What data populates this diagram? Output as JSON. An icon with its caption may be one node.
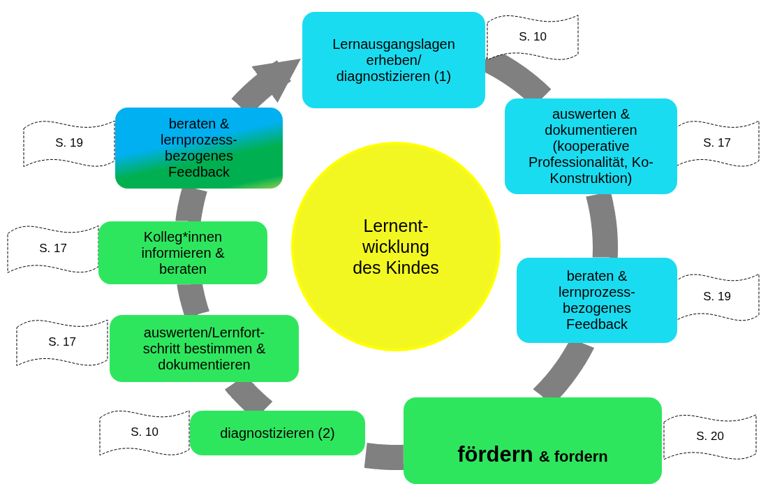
{
  "diagram": {
    "nodes": [
      {
        "text": [
          "Lernausgangslagen erheben/ diagnostizieren (1)"
        ],
        "beside": [
          "S. 10"
        ]
      },
      {
        "text": [
          "auswerten & dokumentieren (kooperative Professionalität, Ko-Konstruktion)"
        ],
        "beside": [
          "S. 17"
        ]
      },
      {
        "text": [
          "beraten & lernprozess- bezogenes Feedback"
        ],
        "beside": [
          "S. 19"
        ]
      },
      {
        "text": [
          "fördern",
          "& fordern"
        ],
        "beside": [
          "S. 20"
        ]
      },
      {
        "text": [
          "diagnostizieren (2)"
        ],
        "beside": [
          "S. 10"
        ]
      },
      {
        "text": [
          "auswerten/Lernfort- schritt bestimmen & dokumentieren"
        ],
        "beside": [
          "S. 17"
        ]
      },
      {
        "text": [
          "Kolleg*innen informieren & beraten"
        ],
        "beside": [
          "S. 17"
        ]
      },
      {
        "text": [
          "beraten & lernprozess- bezogenes Feedback"
        ],
        "beside": [
          "S. 19"
        ]
      },
      {
        "text": [
          "Lernent- wicklung des Kindes"
        ]
      }
    ],
    "edges": [
      {
        "from": 0,
        "to": 1,
        "arrow": "none"
      },
      {
        "from": 1,
        "to": 2,
        "arrow": "none"
      },
      {
        "from": 2,
        "to": 3,
        "arrow": "none"
      },
      {
        "from": 3,
        "to": 4,
        "arrow": "none"
      },
      {
        "from": 4,
        "to": 5,
        "arrow": "none"
      },
      {
        "from": 5,
        "to": 6,
        "arrow": "none"
      },
      {
        "from": 6,
        "to": 7,
        "arrow": "none"
      },
      {
        "from": 7,
        "to": 0,
        "arrow": "to"
      }
    ]
  }
}
